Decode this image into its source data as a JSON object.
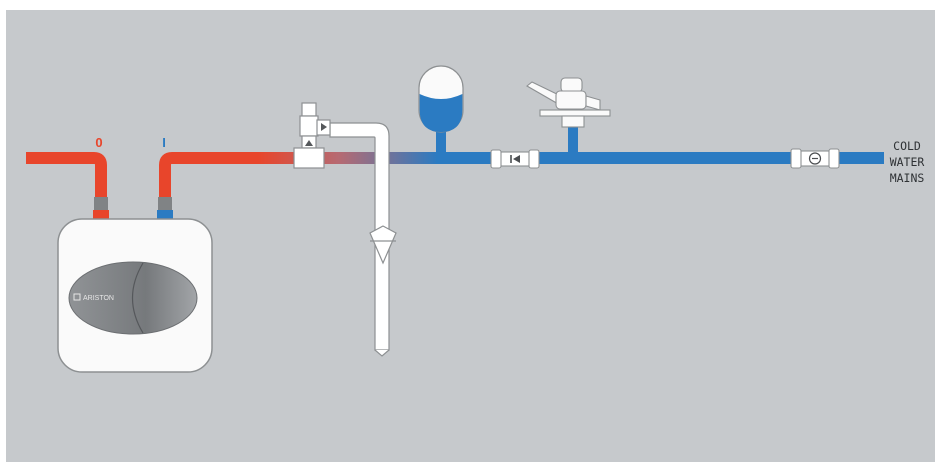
{
  "diagram": {
    "outlet_marker": "0",
    "inlet_marker": "I",
    "mains_label": [
      "COLD",
      "WATER",
      "MAINS"
    ],
    "brand": "ARISTON",
    "colors": {
      "background": "#c6c9cc",
      "hot": "#e8452b",
      "cold": "#2b7bc2",
      "outline": "#8d9092",
      "heater_body": "#fafafa",
      "connector": "#808385"
    }
  }
}
